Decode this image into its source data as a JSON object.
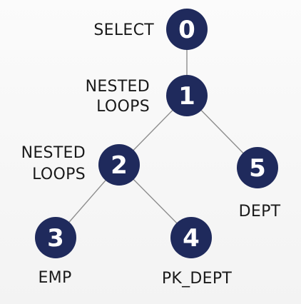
{
  "colors": {
    "node_fill": "#1f2a5c",
    "node_text": "#ffffff",
    "edge": "#8e8e8e",
    "label_text": "#1a1a1a"
  },
  "nodes": [
    {
      "id": "0",
      "number": "0",
      "label": [
        "SELECT"
      ]
    },
    {
      "id": "1",
      "number": "1",
      "label": [
        "NESTED",
        "LOOPS"
      ]
    },
    {
      "id": "2",
      "number": "2",
      "label": [
        "NESTED",
        "LOOPS"
      ]
    },
    {
      "id": "3",
      "number": "3",
      "label": [
        "EMP"
      ]
    },
    {
      "id": "4",
      "number": "4",
      "label": [
        "PK_DEPT"
      ]
    },
    {
      "id": "5",
      "number": "5",
      "label": [
        "DEPT"
      ]
    }
  ],
  "edges": [
    {
      "from": "0",
      "to": "1"
    },
    {
      "from": "1",
      "to": "2"
    },
    {
      "from": "1",
      "to": "5"
    },
    {
      "from": "2",
      "to": "3"
    },
    {
      "from": "2",
      "to": "4"
    }
  ]
}
